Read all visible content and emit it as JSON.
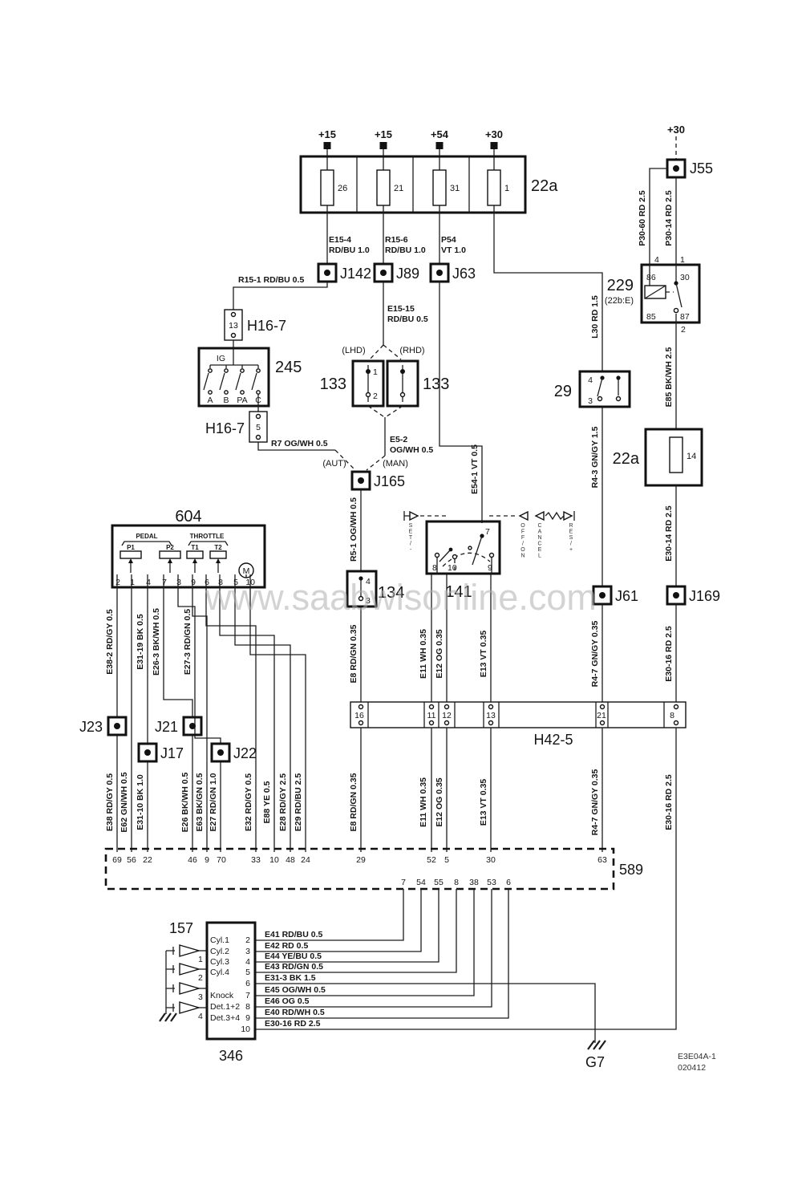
{
  "watermark": "www.saabwisonline.com",
  "footer": {
    "code": "E3E04A-1",
    "date": "020412"
  },
  "feeds": {
    "a": "+15",
    "b": "+15",
    "c": "+54",
    "d": "+30",
    "e": "+30"
  },
  "fusebox": {
    "id": "22a",
    "f1": "26",
    "f2": "21",
    "f3": "31",
    "f4": "1"
  },
  "fusebox2": {
    "id": "22a",
    "fuse": "14"
  },
  "splices": {
    "j55": "J55",
    "j142": "J142",
    "j89": "J89",
    "j63": "J63",
    "j165": "J165",
    "j23": "J23",
    "j21": "J21",
    "j17": "J17",
    "j22": "J22",
    "j61": "J61",
    "j169": "J169"
  },
  "relay": {
    "id": "229",
    "sub": "(22b:E)",
    "pin4": "4",
    "pin1": "1",
    "t86": "86",
    "t30": "30",
    "t85": "85",
    "t87": "87",
    "pin2": "2"
  },
  "ign": {
    "id": "245",
    "ig": "IG",
    "a": "A",
    "b": "B",
    "pa": "PA",
    "c": "C"
  },
  "h16a": {
    "id": "H16-7",
    "pin": "13"
  },
  "h16b": {
    "id": "H16-7",
    "pin": "5"
  },
  "relay133": {
    "idl": "133",
    "idr": "133",
    "lhd": "(LHD)",
    "rhd": "(RHD)",
    "p1": "1",
    "p2": "2"
  },
  "variants": {
    "aut": "(AUT)",
    "man": "(MAN)"
  },
  "sw29": {
    "id": "29",
    "p4": "4",
    "p3": "3"
  },
  "sw134": {
    "id": "134",
    "p4": "4",
    "p3": "3"
  },
  "cruise": {
    "id": "141",
    "p7": "7",
    "p8": "8",
    "p10": "10",
    "p9": "9",
    "fn1": "SET/-",
    "fn2": "OFF/ON",
    "fn3": "CANCEL",
    "fn4": "RES/+"
  },
  "pedal": {
    "id": "604",
    "grp1": "PEDAL",
    "grp2": "THROTTLE",
    "p1": "P1",
    "p2": "P2",
    "t1": "T1",
    "t2": "T2",
    "m": "M",
    "pins": [
      "2",
      "1",
      "4",
      "7",
      "3",
      "9",
      "6",
      "8",
      "5",
      "10"
    ]
  },
  "h42": {
    "id": "H42-5",
    "pins": [
      "16",
      "11",
      "12",
      "13",
      "21",
      "8"
    ]
  },
  "ecu": {
    "id": "589",
    "top": [
      "69",
      "56",
      "22",
      "46",
      "9",
      "70",
      "33",
      "10",
      "48",
      "24",
      "29",
      "52",
      "5",
      "30",
      "63"
    ],
    "bottom": [
      "7",
      "54",
      "55",
      "8",
      "38",
      "53",
      "6"
    ]
  },
  "blk346": {
    "id": "346",
    "labels": [
      "Cyl.1",
      "Cyl.2",
      "Cyl.3",
      "Cyl.4",
      "",
      "Knock",
      "Det.1+2",
      "Det.3+4",
      ""
    ],
    "pins": [
      "2",
      "3",
      "4",
      "5",
      "6",
      "7",
      "8",
      "9",
      "10"
    ]
  },
  "inj": {
    "id": "157",
    "n1": "1",
    "n2": "2",
    "n3": "3",
    "n4": "4"
  },
  "ground": {
    "g7": "G7"
  },
  "wires": {
    "e15_4": "E15-4",
    "e15_4c": "RD/BU  1.0",
    "r15_6": "R15-6",
    "r15_6c": "RD/BU  1.0",
    "p54": "P54",
    "p54c": "VT  1.0",
    "r15_1": "R15-1  RD/BU  0.5",
    "e15_15": "E15-15",
    "e15_15c": "RD/BU  0.5",
    "r7": "R7  OG/WH  0.5",
    "e5_2": "E5-2",
    "e5_2c": "OG/WH  0.5",
    "e54_1": "E54-1  VT  0.5",
    "r5_1": "R5-1  OG/WH  0.5",
    "p30_60": "P30-60  RD  2.5",
    "p30_14": "P30-14  RD  2.5",
    "l30": "L30  RD  1.5",
    "e85": "E85  BK/WH  2.5",
    "r4_3": "R4-3  GN/GY  1.5",
    "e30_14": "E30-14  RD  2.5",
    "e30_16": "E30-16  RD  2.5",
    "r4_7": "R4-7  GN/GY  0.35",
    "e8": "E8  RD/GN  0.35",
    "e11": "E11  WH  0.35",
    "e12": "E12  OG  0.35",
    "e13": "E13  VT  0.35",
    "e38_2": "E38-2  RD/GY  0.5",
    "e31_19": "E31-19  BK  0.5",
    "e26_3": "E26-3  BK/WH  0.5",
    "e27_3": "E27-3  RD/GN  0.5",
    "e38": "E38  RD/GY  0.5",
    "e62": "E62  GN/WH  0.5",
    "e31_10": "E31-10  BK  1.0",
    "e26": "E26  BK/WH  0.5",
    "e63": "E63  BK/GN  0.5",
    "e27": "E27  RD/GN  1.0",
    "e32": "E32  RD/GY  0.5",
    "e88": "E88  YE  0.5",
    "e28": "E28  RD/GY  2.5",
    "e29": "E29  RD/BU  2.5"
  },
  "harness": [
    "E41  RD/BU  0.5",
    "E42  RD  0.5",
    "E44  YE/BU  0.5",
    "E43  RD/GN  0.5",
    "E31-3  BK  1.5",
    "E45  OG/WH  0.5",
    "E46  OG  0.5",
    "E40  RD/WH  0.5",
    "E30-16  RD  2.5"
  ]
}
